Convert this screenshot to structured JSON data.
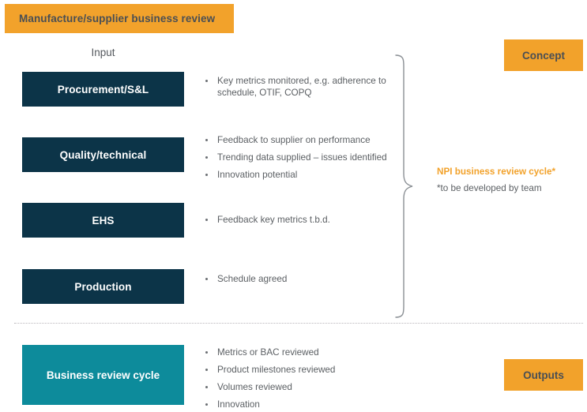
{
  "title": {
    "text": "Manufacture/supplier business review"
  },
  "columns": {
    "input_label": "Input"
  },
  "input_rows": [
    {
      "box_label": "Procurement/S&L",
      "bullets": [
        "Key metrics monitored, e.g. adherence to schedule, OTIF, COPQ"
      ]
    },
    {
      "box_label": "Quality/technical",
      "bullets": [
        "Feedback to supplier on performance",
        "Trending data supplied – issues identified",
        "Innovation potential"
      ]
    },
    {
      "box_label": "EHS",
      "bullets": [
        "Feedback key metrics t.b.d."
      ]
    },
    {
      "box_label": "Production",
      "bullets": [
        "Schedule agreed"
      ]
    }
  ],
  "output_row": {
    "box_label": "Business review cycle",
    "bullets": [
      "Metrics or BAC reviewed",
      "Product milestones reviewed",
      "Volumes reviewed",
      "Innovation"
    ]
  },
  "brace_annotation": {
    "primary": "NPI business review cycle*",
    "secondary": "*to be developed by team"
  },
  "stages": {
    "concept": "Concept",
    "outputs": "Outputs"
  },
  "icons": {
    "brace": "right-curly-brace",
    "bullet": "bullet-dot",
    "divider": "dotted-divider"
  },
  "colors": {
    "accent_orange": "#f2a22b",
    "navy": "#0c3448",
    "teal": "#0d8b9b",
    "body_text": "#5b5f63",
    "title_text": "#4a4f54",
    "divider": "#b9b6bb",
    "brace": "#8b9095"
  }
}
